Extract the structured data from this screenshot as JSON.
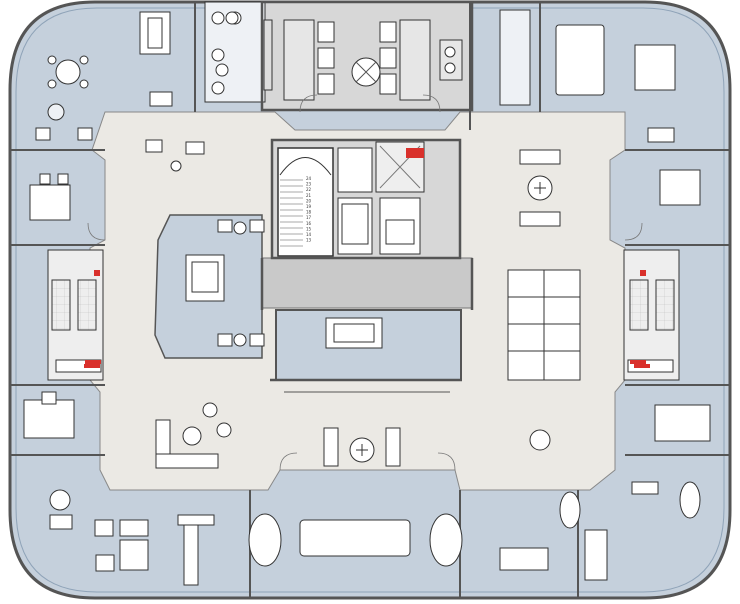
{
  "plan": {
    "stair_numbers_west": [
      "24",
      "23",
      "22",
      "21",
      "20",
      "19",
      "18",
      "17",
      "16",
      "15",
      "14",
      "13"
    ],
    "colors": {
      "office_floor": "#c5d0dc",
      "open_floor": "#ebe9e4",
      "core_floor": "#d7d7d7",
      "wall": "#555555",
      "window_line": "#8fa3b8",
      "furniture_fill": "#ffffff",
      "furniture_line": "#333333",
      "accent_red": "#d9302b"
    }
  }
}
